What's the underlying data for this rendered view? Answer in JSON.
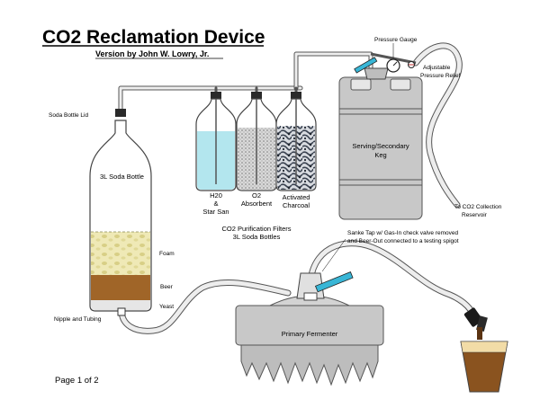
{
  "title": "CO2 Reclamation Device",
  "subtitle": "Version by John W. Lowry, Jr.",
  "footer": "Page 1 of 2",
  "labels": {
    "soda_bottle_lid": "Soda Bottle Lid",
    "soda_bottle": "3L Soda Bottle",
    "foam": "Foam",
    "beer": "Beer",
    "yeast": "Yeast",
    "nipple_tubing": "Nipple and Tubing",
    "filter1_line1": "H20",
    "filter1_line2": "&",
    "filter1_line3": "Star San",
    "filter2_line1": "O2",
    "filter2_line2": "Absorbent",
    "filter3_line1": "Activated",
    "filter3_line2": "Charcoal",
    "filters_caption_line1": "CO2 Purification Filters",
    "filters_caption_line2": "3L Soda Bottles",
    "pressure_gauge": "Pressure Gauge",
    "relief_line1": "Adjustable",
    "relief_line2": "Pressure Relief",
    "keg_line1": "Serving/Secondary",
    "keg_line2": "Keg",
    "reservoir_line1": "To CO2 Collection",
    "reservoir_line2": "Reservoir",
    "sanke_line1": "Sanke Tap w/ Gas-In check valve removed",
    "sanke_line2": "and Beer-Out connected to a testing spigot",
    "fermenter": "Primary Fermenter"
  },
  "colors": {
    "water": "#b3e6ee",
    "foam": "#efe9b6",
    "beer": "#a06528",
    "cup_beer": "#8a531f",
    "cup_foam": "#f2dca7",
    "steel": "#c8c8c8",
    "tap_accent": "#38b6d6",
    "spigot": "#1a1a1a"
  }
}
